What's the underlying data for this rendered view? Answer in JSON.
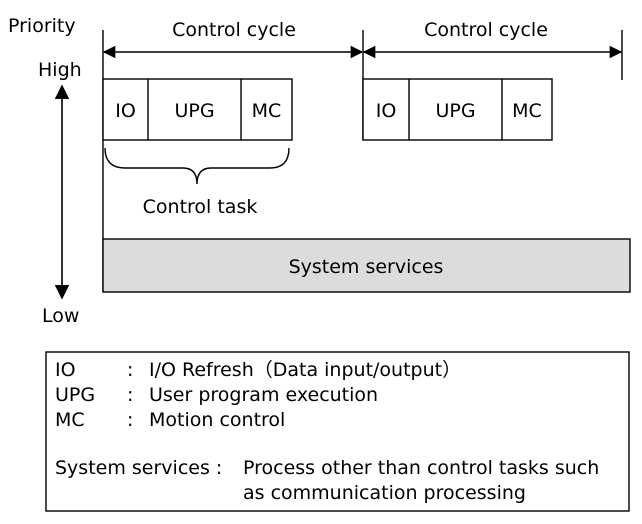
{
  "axis": {
    "title": "Priority",
    "high": "High",
    "low": "Low"
  },
  "cycles": [
    {
      "label": "Control cycle",
      "segments": [
        "IO",
        "UPG",
        "MC"
      ]
    },
    {
      "label": "Control cycle",
      "segments": [
        "IO",
        "UPG",
        "MC"
      ]
    }
  ],
  "brace_label": "Control task",
  "system_bar": {
    "label": "System services",
    "fill": "#dcdcdc"
  },
  "legend": {
    "rows": [
      {
        "abbr": "IO",
        "sep": ":",
        "desc": "I/O Refresh（Data input/output）"
      },
      {
        "abbr": "UPG",
        "sep": ":",
        "desc": "User program execution"
      },
      {
        "abbr": "MC",
        "sep": ":",
        "desc": "Motion control"
      }
    ],
    "system": {
      "term": "System services :",
      "desc_line1": "Process other than control tasks such",
      "desc_line2": "as communication processing"
    }
  }
}
